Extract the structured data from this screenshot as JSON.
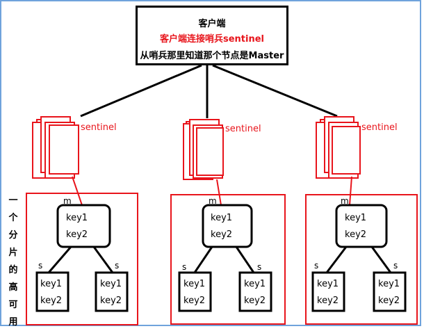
{
  "client": {
    "title": "客户端",
    "subtitle": "客户端连接哨兵sentinel",
    "note": "从哨兵那里知道那个节点是Master"
  },
  "sentinel_label": "sentinel",
  "side_label": [
    "一",
    "个",
    "分",
    "片",
    "的",
    "高",
    "可",
    "用"
  ],
  "colors": {
    "highlight": "#e8141b",
    "frame": "#6fa3dc",
    "line": "#000000"
  },
  "groups": [
    {
      "master_tag": "m",
      "master_lines": [
        "key1",
        "key2"
      ],
      "slave_tag_left": "s",
      "slave_tag_right": "s",
      "slave_left": [
        "key1",
        "key2"
      ],
      "slave_right": [
        "key1",
        "key2"
      ]
    },
    {
      "master_tag": "m",
      "master_lines": [
        "key1",
        "key2"
      ],
      "slave_tag_left": "s",
      "slave_tag_right": "s",
      "slave_left": [
        "key1",
        "key2"
      ],
      "slave_right": [
        "key1",
        "key2"
      ]
    },
    {
      "master_tag": "m",
      "master_lines": [
        "key1",
        "key2"
      ],
      "slave_tag_left": "s",
      "slave_tag_right": "s",
      "slave_left": [
        "key1",
        "key2"
      ],
      "slave_right": [
        "key1",
        "key2"
      ]
    }
  ]
}
